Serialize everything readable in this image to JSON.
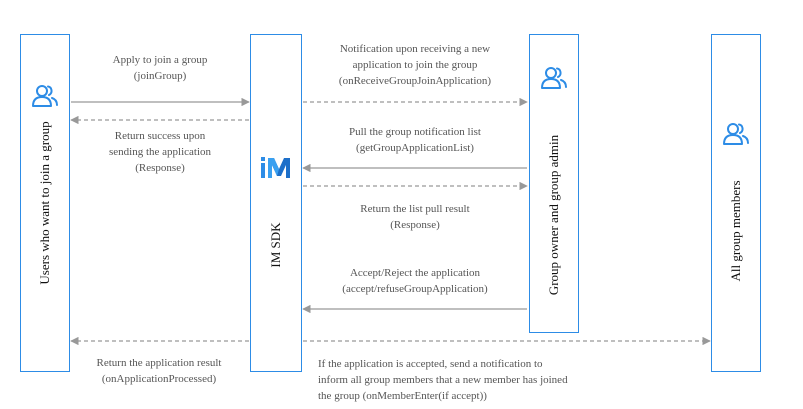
{
  "lanes": {
    "users": {
      "label": "Users who want to join a group"
    },
    "sdk": {
      "label": "IM SDK",
      "logo_text": "IM"
    },
    "admin": {
      "label": "Group owner and group admin"
    },
    "members": {
      "label": "All group members"
    }
  },
  "messages": {
    "apply": {
      "line1": "Apply to join a group",
      "line2": "(joinGroup)"
    },
    "apply_return": {
      "line1": "Return success upon",
      "line2": "sending the application",
      "line3": "(Response)"
    },
    "notify": {
      "line1": "Notification upon receiving a new",
      "line2": "application to join the group",
      "line3": "(onReceiveGroupJoinApplication)"
    },
    "pull": {
      "line1": "Pull the group notification list",
      "line2": "(getGroupApplicationList)"
    },
    "pull_return": {
      "line1": "Return the list pull result",
      "line2": "(Response)"
    },
    "decide": {
      "line1": "Accept/Reject the application",
      "line2": "(accept/refuseGroupApplication)"
    },
    "result": {
      "line1": "Return the application result",
      "line2": "(onApplicationProcessed)"
    },
    "broadcast": {
      "line1": "If the application is accepted, send a notification to",
      "line2": "inform all group members that a new member has joined",
      "line3": "the group (onMemberEnter(if accept))"
    }
  },
  "colors": {
    "lane_border": "#2d8ce6",
    "icon": "#2d8ce6",
    "arrow": "#999999",
    "text": "#555555"
  },
  "icons": {
    "users": "users-icon",
    "admin": "users-icon",
    "members": "users-icon",
    "sdk": "im-logo-icon"
  }
}
